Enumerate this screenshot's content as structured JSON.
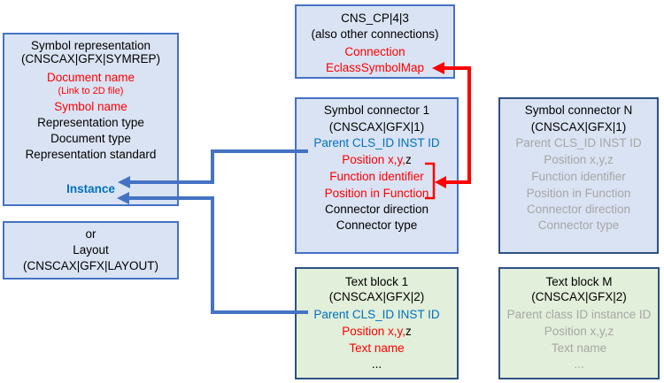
{
  "colors": {
    "canvas-bg": "#ffffff",
    "blue-box-fill": "#dae3f3",
    "blue-box-border": "#4472c4",
    "green-box-fill": "#e2efda",
    "dark-box-border": "#2e5180",
    "arrow-blue": "#4472c4",
    "arrow-red": "#ff0000",
    "text-red": "#ff0000",
    "text-blue": "#0070c0",
    "text-gray": "#a6a6a6",
    "text-black": "#000000"
  },
  "symbol_representation": {
    "title": "Symbol representation",
    "subtitle": "(CNSCAX|GFX|SYMREP)",
    "document_name": "Document name",
    "link_note": "(Link to 2D file)",
    "symbol_name": "Symbol name",
    "representation_type": "Representation type",
    "document_type": "Document type",
    "representation_standard": "Representation standard",
    "instance": "Instance"
  },
  "layout_box": {
    "or_label": "or",
    "title": "Layout",
    "subtitle": "(CNSCAX|GFX|LAYOUT)"
  },
  "cns_cp": {
    "title": "CNS_CP|4|3",
    "note": "(also other connections)",
    "connection": "Connection",
    "eclass_symbol_map": "EclassSymbolMap"
  },
  "symbol_connector_1": {
    "title": "Symbol connector 1",
    "subtitle": "(CNSCAX|GFX|1)",
    "parent": "Parent CLS_ID INST ID",
    "position_prefix": "Position x,y,",
    "position_suffix": "z",
    "function_identifier": "Function identifier",
    "position_in_function": "Position in Function",
    "connector_direction": "Connector direction",
    "connector_type": "Connector type"
  },
  "symbol_connector_n": {
    "title": "Symbol connector N",
    "subtitle": "(CNSCAX|GFX|1)",
    "parent": "Parent CLS_ID INST ID",
    "position": "Position x,y,z",
    "function_identifier": "Function identifier",
    "position_in_function": "Position in Function",
    "connector_direction": "Connector direction",
    "connector_type": "Connector type"
  },
  "text_block_1": {
    "title": "Text block 1",
    "subtitle": "(CNSCAX|GFX|2)",
    "parent": "Parent CLS_ID INST ID",
    "position_prefix": "Position x,y,",
    "position_suffix": "z",
    "text_name": "Text name",
    "ellipsis": "..."
  },
  "text_block_m": {
    "title": "Text block M",
    "subtitle": "(CNSCAX|GFX|2)",
    "parent": "Parent class ID instance ID",
    "position": "Position x,y,z",
    "text_name": "Text name",
    "ellipsis": "..."
  }
}
